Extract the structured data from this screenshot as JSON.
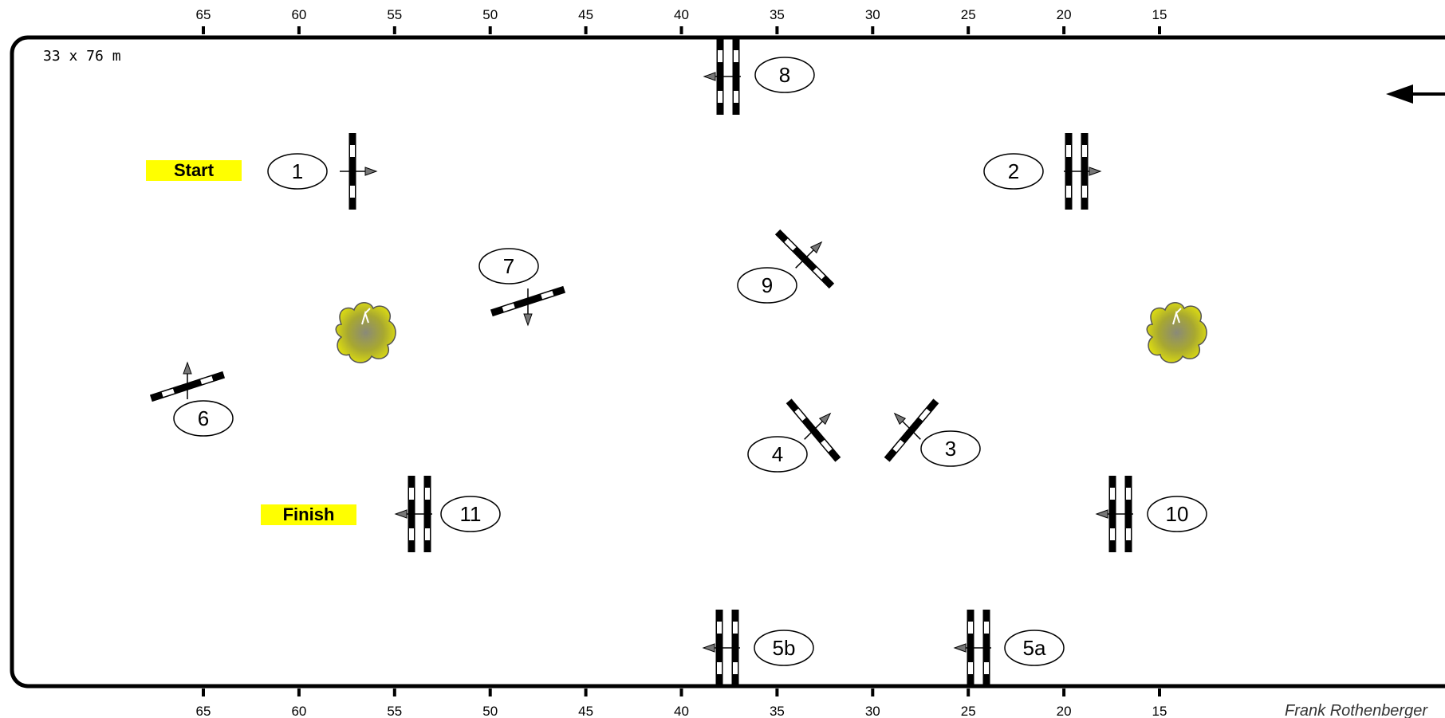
{
  "arena": {
    "dimensions": "33 x 76 m",
    "author": "Frank Rothenberger",
    "entrance_arrow_icon": "arrow-left-icon"
  },
  "scale": {
    "ticks": [
      "65",
      "60",
      "55",
      "50",
      "45",
      "40",
      "35",
      "30",
      "25",
      "20",
      "15"
    ]
  },
  "labels": {
    "start": "Start",
    "finish": "Finish",
    "start_color": "#ffff00",
    "finish_color": "#ffff00"
  },
  "obstacles": [
    {
      "id": "1",
      "kind": "vertical",
      "direction": "right"
    },
    {
      "id": "2",
      "kind": "oxer",
      "direction": "right"
    },
    {
      "id": "3",
      "kind": "vertical",
      "direction": "up-left"
    },
    {
      "id": "4",
      "kind": "vertical",
      "direction": "up-right"
    },
    {
      "id": "5a",
      "kind": "oxer",
      "direction": "left"
    },
    {
      "id": "5b",
      "kind": "oxer",
      "direction": "left"
    },
    {
      "id": "6",
      "kind": "vertical",
      "direction": "up"
    },
    {
      "id": "7",
      "kind": "vertical",
      "direction": "down"
    },
    {
      "id": "8",
      "kind": "oxer",
      "direction": "left"
    },
    {
      "id": "9",
      "kind": "vertical",
      "direction": "up-right"
    },
    {
      "id": "10",
      "kind": "oxer",
      "direction": "left"
    },
    {
      "id": "11",
      "kind": "oxer",
      "direction": "left"
    }
  ],
  "decorations": [
    {
      "name": "shrub",
      "icon": "shrub-icon",
      "color": "#d4d400"
    },
    {
      "name": "shrub",
      "icon": "shrub-icon",
      "color": "#d4d400"
    }
  ]
}
